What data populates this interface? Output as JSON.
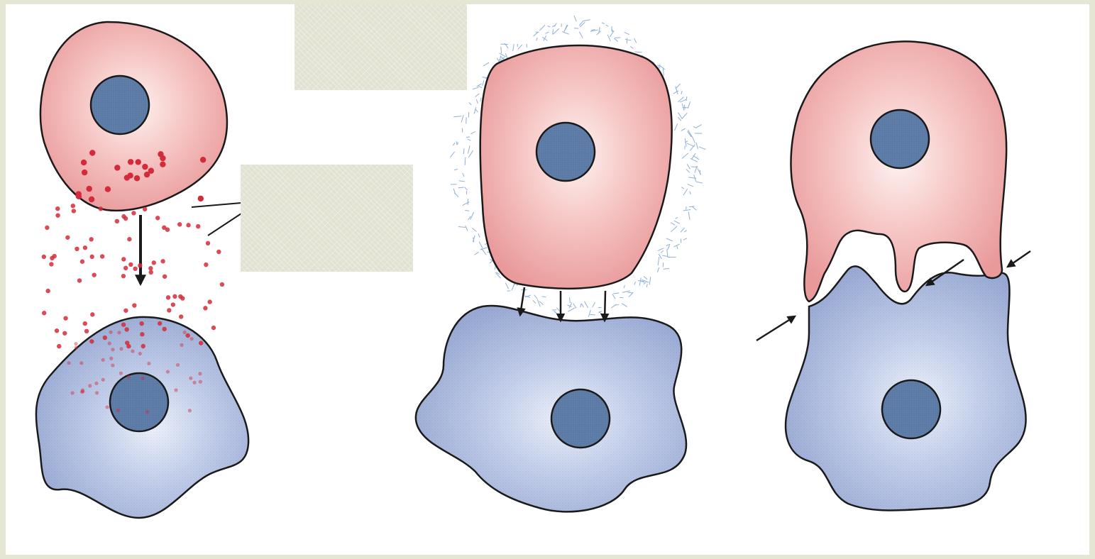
{
  "colors": {
    "frame": "#e6e6d4",
    "panel_background": "#ffffff",
    "label_box": "#e2e2d2",
    "signaling_cell": "#f0a8a8",
    "target_cell": "#a9b8dc",
    "nucleus": "#5f7eaa",
    "signal_molecules": "#d42a3a",
    "outline": "#1a1a1a"
  },
  "panels": [
    {
      "id": "panel-1",
      "signaling_cell": "pink-cell",
      "target_cell": "blue-cell",
      "signal": "secreted-molecules"
    },
    {
      "id": "panel-2",
      "signaling_cell": "pink-cell",
      "target_cell": "blue-cell",
      "signal": "membrane-contact"
    },
    {
      "id": "panel-3",
      "signaling_cell": "pink-cell",
      "target_cell": "blue-cell",
      "signal": "membrane-junctions"
    }
  ]
}
